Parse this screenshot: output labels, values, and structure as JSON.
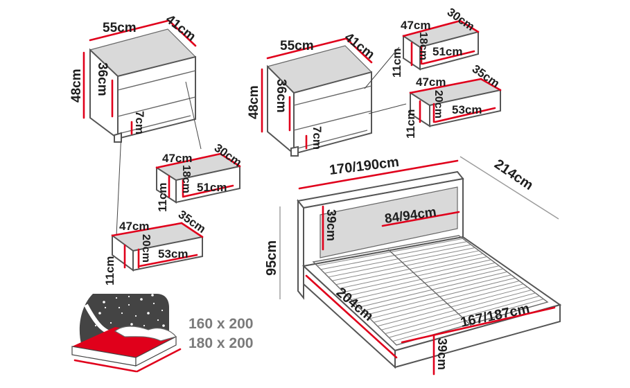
{
  "nightstand_left": {
    "width": "55cm",
    "depth": "41cm",
    "height": "48cm",
    "body_height": "36cm",
    "leg_height": "7cm",
    "top_drawer": {
      "width": "47cm",
      "depth": "30cm",
      "inner_height": "18cm",
      "inner_width": "51cm",
      "outer_height": "11cm"
    },
    "bottom_drawer": {
      "width": "47cm",
      "depth": "35cm",
      "inner_height": "20cm",
      "inner_width": "53cm",
      "outer_height": "11cm"
    }
  },
  "nightstand_right": {
    "width": "55cm",
    "depth": "41cm",
    "height": "48cm",
    "body_height": "36cm",
    "leg_height": "7cm",
    "top_drawer": {
      "width": "47cm",
      "depth": "30cm",
      "inner_height": "18cm",
      "inner_width": "51cm",
      "outer_height": "11cm"
    },
    "bottom_drawer": {
      "width": "47cm",
      "depth": "35cm",
      "inner_height": "20cm",
      "inner_width": "53cm",
      "outer_height": "11cm"
    }
  },
  "bed": {
    "total_width": "170/190cm",
    "total_length": "214cm",
    "height": "95cm",
    "headboard_height": "39cm",
    "headboard_panel_width": "84/94cm",
    "frame_length": "204cm",
    "frame_width": "167/187cm",
    "frame_height": "39cm"
  },
  "mattress_sizes": [
    "160 x 200",
    "180 x 200"
  ],
  "colors": {
    "accent_red": "#e0001b",
    "outline": "#555555",
    "label": "#1d1d1d",
    "size_text": "#7a7a7a"
  },
  "icons": {
    "sleep": "night-sky-bed-icon"
  }
}
